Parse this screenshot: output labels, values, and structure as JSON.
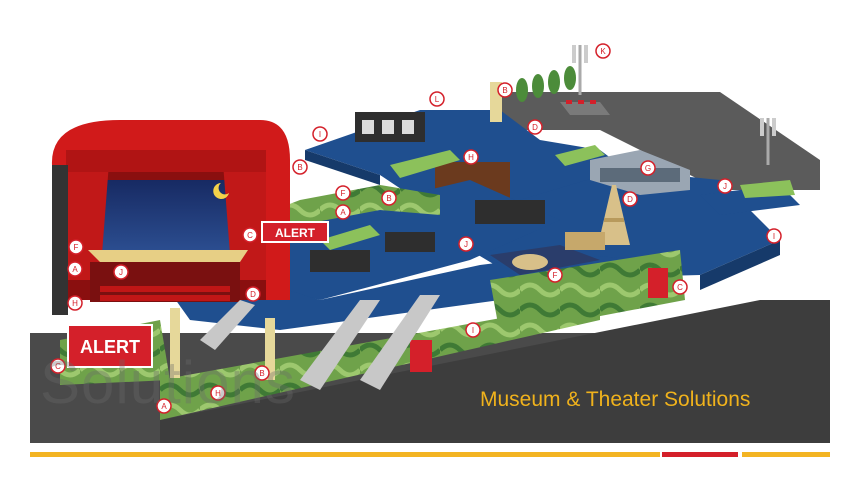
{
  "caption": "Museum & Theater Solutions",
  "watermark": "Solutions",
  "signs": {
    "alert": "ALERT"
  },
  "markers": [
    "A",
    "B",
    "C",
    "D",
    "F",
    "G",
    "H",
    "I",
    "J",
    "K",
    "L"
  ],
  "colors": {
    "floor": "#1f4f8f",
    "floor_edge": "#163a6a",
    "wall_green": "#6fa24a",
    "road": "#4a4a4a",
    "curtain": "#d11a1a",
    "alert_red": "#d4202a",
    "caption": "#f0b21c",
    "stripe_yellow": "#f3b422",
    "stripe_red": "#d4202a"
  }
}
